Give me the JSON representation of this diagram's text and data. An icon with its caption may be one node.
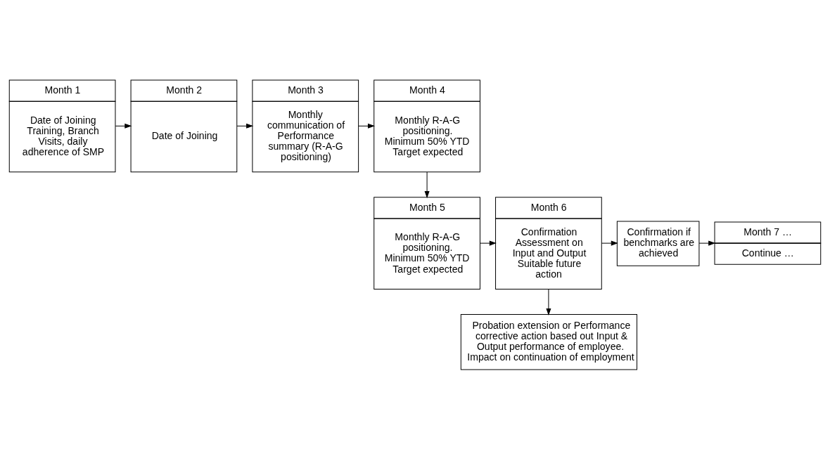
{
  "diagram": {
    "nodes": [
      {
        "text": [
          "Month 1",
          "Date of Joining Training, Branch Visits, daily adherence of SMP"
        ]
      },
      {
        "text": [
          "Month 2",
          "Date of Joining"
        ]
      },
      {
        "text": [
          "Month 3",
          "Monthly communication of Performance summary (R-A-G positioning)"
        ]
      },
      {
        "text": [
          "Month 4",
          "Monthly R-A-G positioning. Minimum 50% YTD Target expected"
        ]
      },
      {
        "text": [
          "Month 5",
          "Monthly R-A-G positioning. Minimum 50% YTD Target expected"
        ]
      },
      {
        "text": [
          "Month 6",
          "Confirmation Assessment on Input and Output Suitable future action"
        ]
      },
      {
        "text": [
          "Confirmation if benchmarks are achieved"
        ]
      },
      {
        "text": [
          "Month 7 …",
          "Continue …"
        ]
      },
      {
        "text": [
          "Probation extension or Performance corrective action based out Input & Output performance of employee. Impact on continuation of employment"
        ]
      }
    ],
    "edges": [
      {
        "from": 0,
        "to": 1,
        "arrow": "to"
      },
      {
        "from": 1,
        "to": 2,
        "arrow": "to"
      },
      {
        "from": 2,
        "to": 3,
        "arrow": "to"
      },
      {
        "from": 3,
        "to": 4,
        "arrow": "to"
      },
      {
        "from": 4,
        "to": 5,
        "arrow": "to"
      },
      {
        "from": 5,
        "to": 6,
        "arrow": "to"
      },
      {
        "from": 5,
        "to": 8,
        "arrow": "to"
      },
      {
        "from": 6,
        "to": 7,
        "arrow": "to"
      }
    ]
  }
}
